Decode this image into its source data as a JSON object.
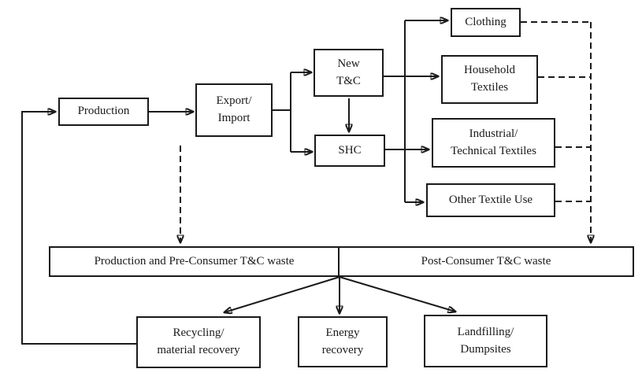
{
  "figure": {
    "type": "flowchart",
    "boxes": {
      "production": {
        "label": "Production"
      },
      "export_import": {
        "label": "Export/\nImport"
      },
      "new_tc": {
        "label": "New\nT&C"
      },
      "shc": {
        "label": "SHC"
      },
      "clothing": {
        "label": "Clothing"
      },
      "household_textiles": {
        "label": "Household\nTextiles"
      },
      "industrial_technical_textiles": {
        "label": "Industrial/\nTechnical Textiles"
      },
      "other_textile_use": {
        "label": "Other Textile Use"
      },
      "pre_consumer_waste": {
        "label": "Production and Pre-Consumer T&C waste"
      },
      "post_consumer_waste": {
        "label": "Post-Consumer T&C waste"
      },
      "recycling": {
        "label": "Recycling/\nmaterial recovery"
      },
      "energy_recovery": {
        "label": "Energy\nrecovery"
      },
      "landfilling": {
        "label": "Landfilling/\nDumpsites"
      }
    },
    "colors": {
      "line": "#1a1a1a",
      "background": "#ffffff",
      "text": "#1a1a1a"
    }
  }
}
